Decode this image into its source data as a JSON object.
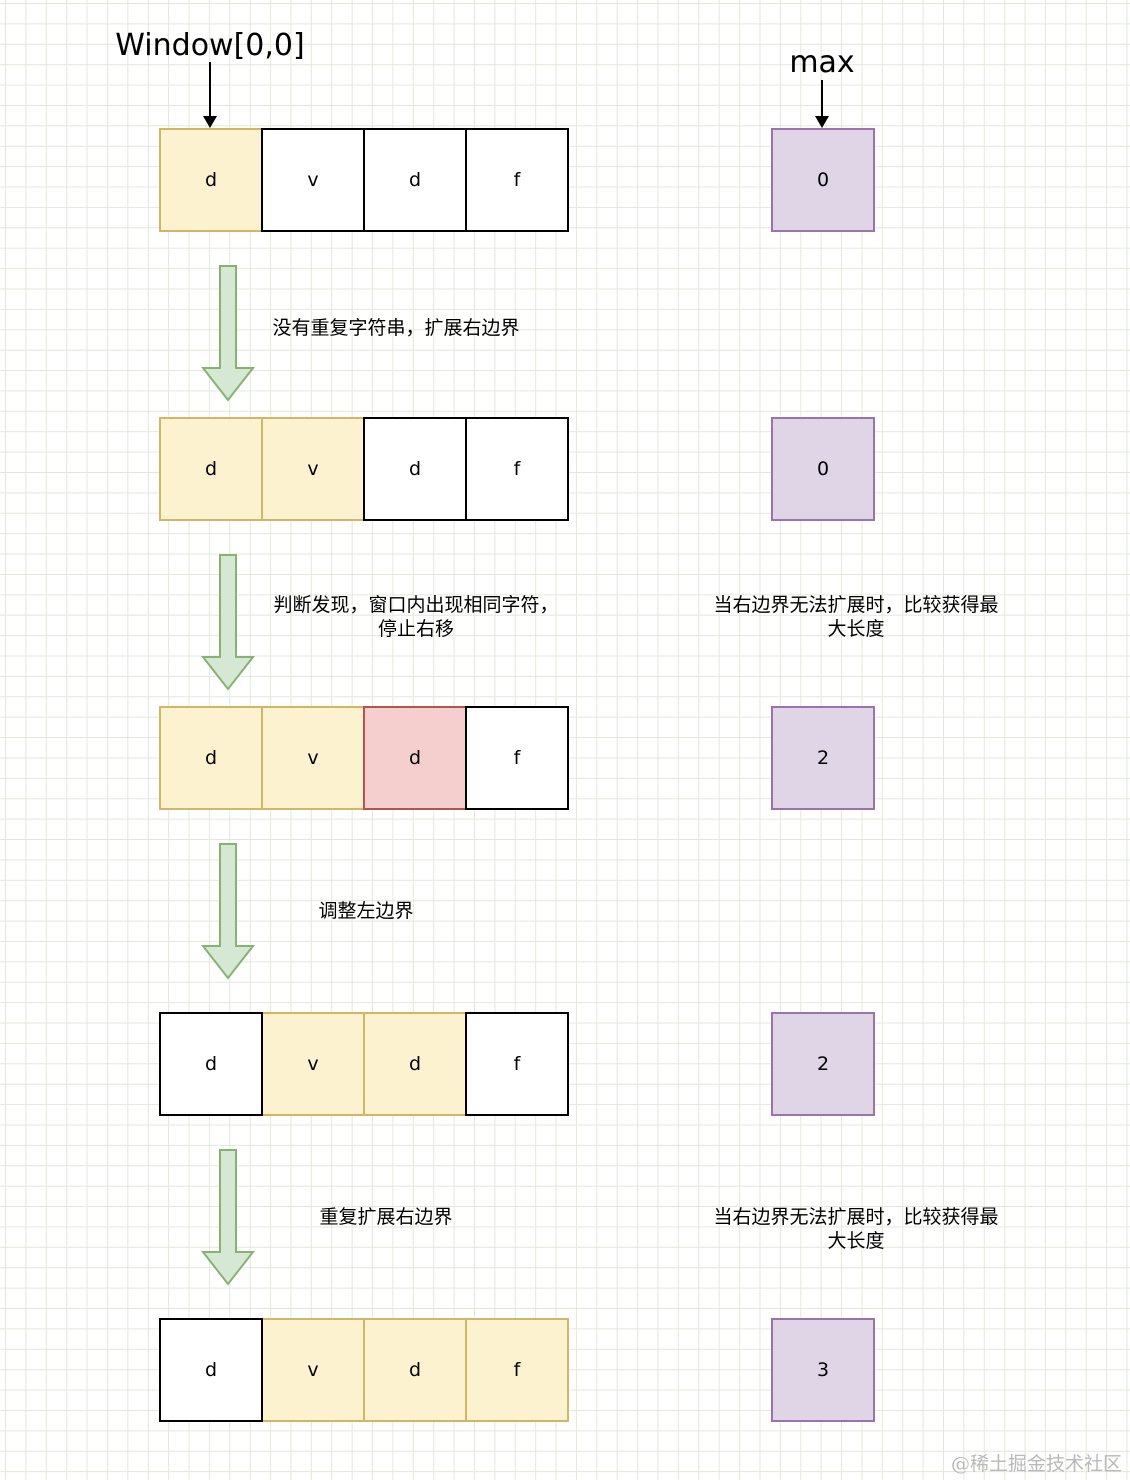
{
  "labels": {
    "window": "Window[0,0]",
    "max": "max"
  },
  "colors": {
    "window_fill": "#fdf2d0",
    "window_stroke": "#d1b665",
    "dup_fill": "#f5cfce",
    "dup_stroke": "#b55351",
    "plain_fill": "#ffffff",
    "plain_stroke": "#000000",
    "max_fill": "#e0d5e7",
    "max_stroke": "#9a73ab",
    "arrow_fill": "#d5e8d3",
    "arrow_stroke": "#88b274"
  },
  "rows": [
    {
      "cells": [
        {
          "char": "d",
          "state": "window"
        },
        {
          "char": "v",
          "state": "plain"
        },
        {
          "char": "d",
          "state": "plain"
        },
        {
          "char": "f",
          "state": "plain"
        }
      ],
      "max": "0"
    },
    {
      "cells": [
        {
          "char": "d",
          "state": "window"
        },
        {
          "char": "v",
          "state": "window"
        },
        {
          "char": "d",
          "state": "plain"
        },
        {
          "char": "f",
          "state": "plain"
        }
      ],
      "max": "0"
    },
    {
      "cells": [
        {
          "char": "d",
          "state": "window"
        },
        {
          "char": "v",
          "state": "window"
        },
        {
          "char": "d",
          "state": "duplicate"
        },
        {
          "char": "f",
          "state": "plain"
        }
      ],
      "max": "2"
    },
    {
      "cells": [
        {
          "char": "d",
          "state": "plain"
        },
        {
          "char": "v",
          "state": "window"
        },
        {
          "char": "d",
          "state": "window"
        },
        {
          "char": "f",
          "state": "plain"
        }
      ],
      "max": "2"
    },
    {
      "cells": [
        {
          "char": "d",
          "state": "plain"
        },
        {
          "char": "v",
          "state": "window"
        },
        {
          "char": "d",
          "state": "window"
        },
        {
          "char": "f",
          "state": "window"
        }
      ],
      "max": "3"
    }
  ],
  "steps": [
    {
      "lines": [
        "没有重复字符串，扩展右边界"
      ],
      "side_lines": []
    },
    {
      "lines": [
        "判断发现，窗口内出现相同字符，",
        "停止右移"
      ],
      "side_lines": [
        "当右边界无法扩展时，比较获得最",
        "大长度"
      ]
    },
    {
      "lines": [
        "调整左边界"
      ],
      "side_lines": []
    },
    {
      "lines": [
        "重复扩展右边界"
      ],
      "side_lines": [
        "当右边界无法扩展时，比较获得最",
        "大长度"
      ]
    }
  ],
  "watermark": "@稀土掘金技术社区"
}
